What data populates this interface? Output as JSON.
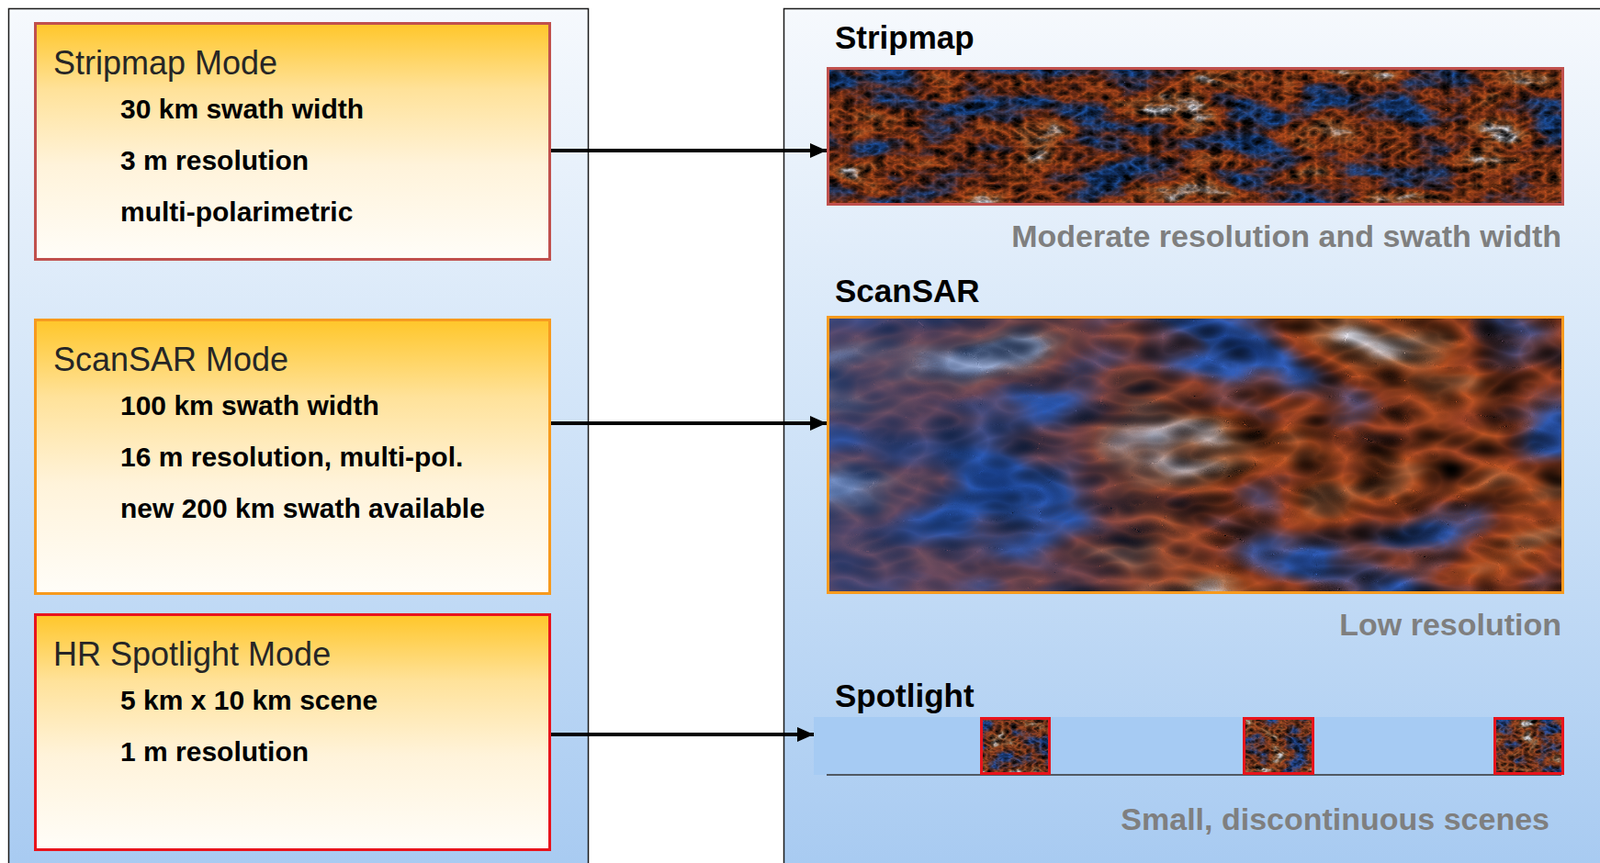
{
  "diagram": {
    "nodes": [
      {
        "text": [
          "Stripmap Mode",
          "30 km swath width",
          "3 m resolution",
          "multi-polarimetric"
        ]
      },
      {
        "text": [
          "ScanSAR Mode",
          "100 km swath width",
          "16 m resolution, multi-pol.",
          "new 200 km swath available"
        ]
      },
      {
        "text": [
          "HR Spotlight Mode",
          "5 km x 10 km scene",
          "1 m resolution"
        ]
      },
      {
        "text": [
          "Stripmap",
          "Moderate resolution and swath width"
        ]
      },
      {
        "text": [
          "ScanSAR",
          "Low resolution"
        ]
      },
      {
        "text": [
          "Spotlight",
          "Small, discontinuous scenes"
        ]
      }
    ],
    "edges": [
      {
        "from": 0,
        "to": 3,
        "arrow": "to"
      },
      {
        "from": 1,
        "to": 4,
        "arrow": "to"
      },
      {
        "from": 2,
        "to": 5,
        "arrow": "to"
      }
    ]
  }
}
